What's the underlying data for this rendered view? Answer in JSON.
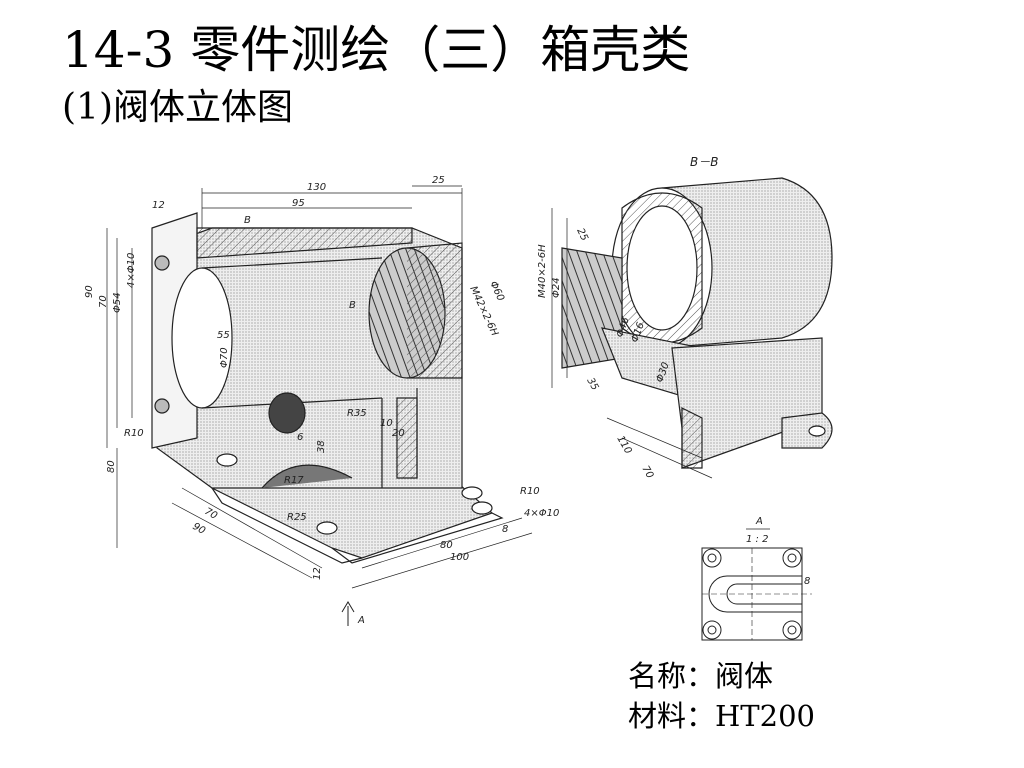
{
  "header": {
    "title": "14-3  零件测绘（三）箱壳类",
    "subtitle": "(1)阀体立体图"
  },
  "drawing": {
    "section_label": "B－B",
    "view_label": "A",
    "view_scale": "1 : 2",
    "arrow_label": "A",
    "left_view_dims": [
      "130",
      "95",
      "25",
      "12",
      "90",
      "70",
      "Φ54",
      "4×Φ10",
      "55",
      "Φ70",
      "B",
      "B",
      "R10",
      "R35",
      "6",
      "38",
      "10",
      "20",
      "80",
      "R17",
      "R25",
      "70",
      "90",
      "80",
      "100",
      "R10",
      "4×Φ10",
      "8",
      "12",
      "M42×2-6H",
      "Φ60"
    ],
    "right_view_dims": [
      "25",
      "M40×2-6H",
      "Φ24",
      "Φ46",
      "Φ16",
      "35",
      "Φ30",
      "110",
      "70",
      "8"
    ]
  },
  "part_info": {
    "name_line": "名称：阀体",
    "material_line": "材料：HT200"
  }
}
